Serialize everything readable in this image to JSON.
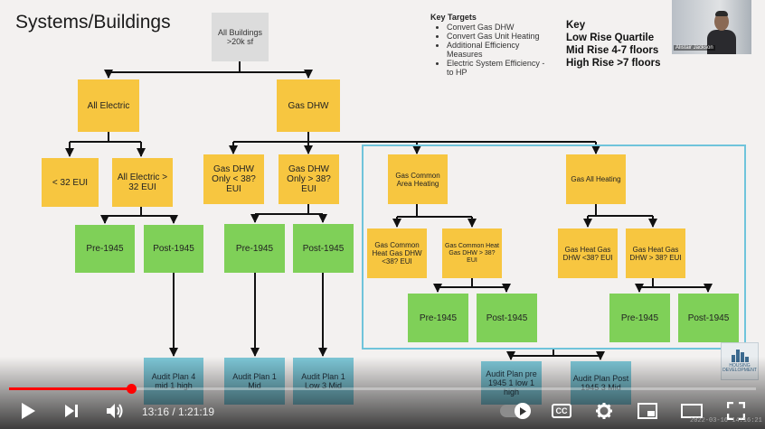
{
  "slide": {
    "title": "Systems/Buildings",
    "key_targets": {
      "heading": "Key Targets",
      "items": [
        "Convert Gas DHW",
        "Convert Gas Unit Heating",
        "Additional Efficiency Measures",
        "Electric System Efficiency - to HP"
      ]
    },
    "key": {
      "heading": "Key",
      "lines": [
        "Low Rise Quartile",
        "Mid Rise 4-7 floors",
        "High Rise >7 floors"
      ]
    },
    "nodes": {
      "all_buildings": "All Buildings >20k sf",
      "all_electric": "All Electric",
      "gas_dhw": "Gas DHW",
      "lt32": "< 32 EUI",
      "all_electric_gt32": "All Electric > 32 EUI",
      "gas_dhw_only_lt38": "Gas DHW Only < 38? EUI",
      "gas_dhw_only_gt38": "Gas DHW Only > 38? EUI",
      "gas_common_area": "Gas Common Area Heating",
      "gas_all_heating": "Gas All Heating",
      "gas_common_heat_lt38": "Gas Common Heat Gas DHW <38? EUI",
      "gas_common_heat_gt38": "Gas Common Heat Gas DHW > 38? EUI",
      "gas_heat_lt38": "Gas Heat Gas DHW <38? EUI",
      "gas_heat_gt38": "Gas Heat Gas DHW > 38? EUI",
      "pre1945_a": "Pre-1945",
      "post1945_a": "Post-1945",
      "pre1945_b": "Pre-1945",
      "post1945_b": "Post-1945",
      "pre1945_c": "Pre-1945",
      "post1945_c": "Post-1945",
      "pre1945_d": "Pre-1945",
      "post1945_d": "Post-1945",
      "audit_a": "Audit Plan 4 mid 1 high",
      "audit_b": "Audit Plan 1 Mid",
      "audit_c": "Audit Plan 1 Low 3 Mid",
      "audit_d": "Audit Plan pre 1945 1 low 1 high",
      "audit_e": "Audit Plan Post 1945 3 Mid"
    },
    "logo_text": "HOUSING DEVELOPMENT",
    "timestamp": "2022-03-16 14:16:21",
    "colors": {
      "gray": "#dcdcdc",
      "yellow": "#f7c640",
      "green": "#7fd058",
      "blue": "#7dc6d6",
      "frame": "#6fc4db"
    }
  },
  "webcam": {
    "name": "Alistair Jackson"
  },
  "player": {
    "current_time": "13:16",
    "separator": " / ",
    "duration": "1:21:19",
    "progress": 0.163,
    "icons": [
      "play-icon",
      "next-icon",
      "volume-icon",
      "autoplay-toggle",
      "cc-icon",
      "settings-icon",
      "miniplayer-icon",
      "theater-icon",
      "fullscreen-icon"
    ],
    "cc_label": "CC",
    "accent": "#ff0000"
  }
}
